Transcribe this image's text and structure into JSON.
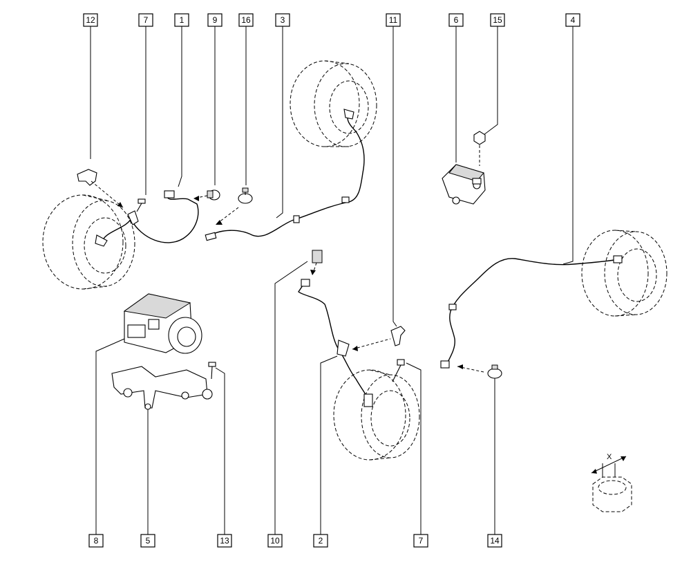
{
  "callouts": [
    {
      "id": "c12-top",
      "label": "12"
    },
    {
      "id": "c7-top",
      "label": "7"
    },
    {
      "id": "c1-top",
      "label": "1"
    },
    {
      "id": "c9-top",
      "label": "9"
    },
    {
      "id": "c16-top",
      "label": "16"
    },
    {
      "id": "c3-top",
      "label": "3"
    },
    {
      "id": "c11-top",
      "label": "11"
    },
    {
      "id": "c6-top",
      "label": "6"
    },
    {
      "id": "c15-top",
      "label": "15"
    },
    {
      "id": "c4-top",
      "label": "4"
    },
    {
      "id": "c8-bottom",
      "label": "8"
    },
    {
      "id": "c5-bottom",
      "label": "5"
    },
    {
      "id": "c13-bottom",
      "label": "13"
    },
    {
      "id": "c10-bottom",
      "label": "10"
    },
    {
      "id": "c2-bottom",
      "label": "2"
    },
    {
      "id": "c7-bottom",
      "label": "7"
    },
    {
      "id": "c14-bottom",
      "label": "14"
    }
  ],
  "detail_label": "X"
}
